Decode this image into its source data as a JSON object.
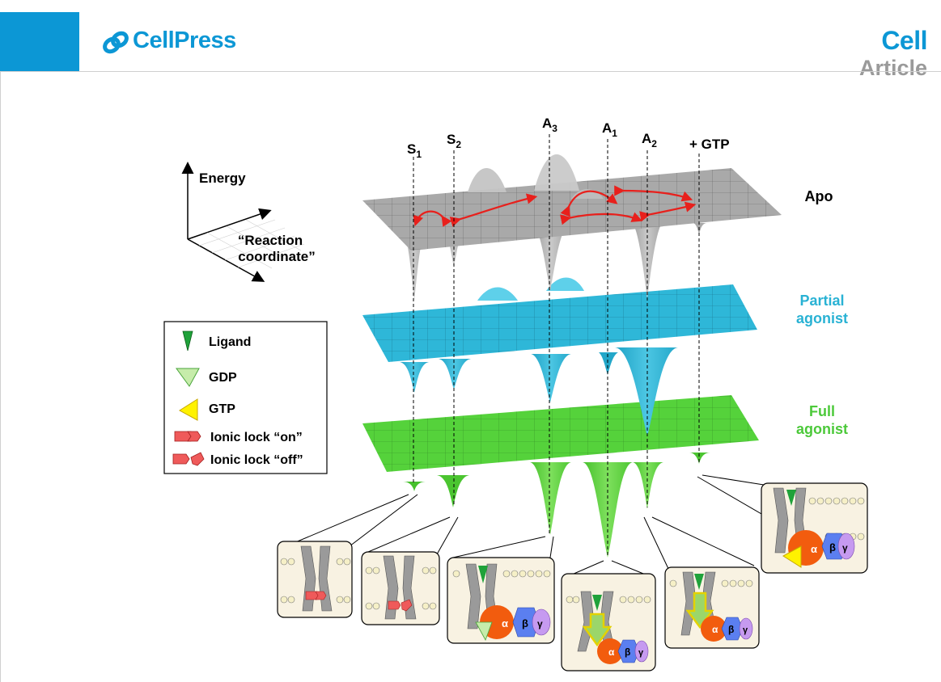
{
  "header": {
    "brand": "CellPress",
    "journal": "Cell",
    "section": "Article",
    "brand_color": "#0c97d5",
    "section_color": "#9a9a9a"
  },
  "axes": {
    "energy_label": "Energy",
    "rc_label_line1": "“Reaction",
    "rc_label_line2": "coordinate”"
  },
  "states": [
    {
      "main": "S",
      "sub": "1"
    },
    {
      "main": "S",
      "sub": "2"
    },
    {
      "main": "A",
      "sub": "3"
    },
    {
      "main": "A",
      "sub": "1"
    },
    {
      "main": "A",
      "sub": "2"
    },
    {
      "main": "+ GTP",
      "sub": ""
    }
  ],
  "landscapes": [
    {
      "label_line1": "Apo",
      "label_line2": "",
      "color": "#a9a9a9",
      "label_color": "#000000"
    },
    {
      "label_line1": "Partial",
      "label_line2": "agonist",
      "color": "#29b2d4",
      "label_color": "#29b2d4"
    },
    {
      "label_line1": "Full",
      "label_line2": "agonist",
      "color": "#55d23b",
      "label_color": "#4cc93a"
    }
  ],
  "legend": {
    "items": [
      {
        "label": "Ligand",
        "icon": "ligand-icon"
      },
      {
        "label": "GDP",
        "icon": "gdp-icon"
      },
      {
        "label": "GTP",
        "icon": "gtp-icon"
      },
      {
        "label": "Ionic lock “on”",
        "icon": "ionic-lock-on-icon"
      },
      {
        "label": "Ionic lock “off”",
        "icon": "ionic-lock-off-icon"
      }
    ]
  },
  "g_protein": {
    "alpha": "α",
    "beta": "β",
    "gamma": "γ"
  }
}
